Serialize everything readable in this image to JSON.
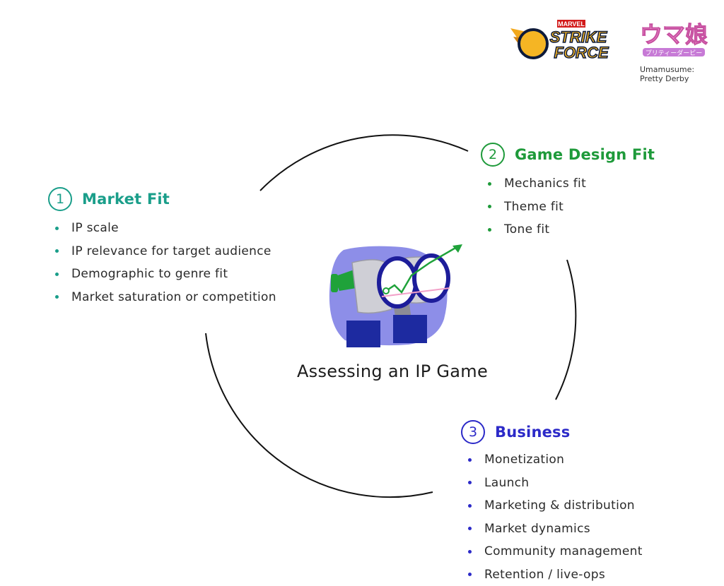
{
  "logos": {
    "marvel_strike_force": {
      "top_text": "MARVEL",
      "line1": "STRIKE",
      "line2": "FORCE"
    },
    "umamusume": {
      "logo_text": "ウマ娘",
      "sub_text": "プリティーダービー",
      "caption_line1": "Umamusume:",
      "caption_line2": "Pretty Derby"
    }
  },
  "center": {
    "title": "Assessing an IP Game",
    "icon": "binoculars-icon"
  },
  "sections": {
    "market_fit": {
      "number": "1",
      "title": "Market Fit",
      "color": "#1a9e8a",
      "items": [
        "IP scale",
        "IP relevance for target audience",
        "Demographic to genre fit",
        "Market saturation or competition"
      ]
    },
    "game_design_fit": {
      "number": "2",
      "title": "Game Design Fit",
      "color": "#1e9a3a",
      "items": [
        "Mechanics fit",
        "Theme fit",
        "Tone fit"
      ]
    },
    "business": {
      "number": "3",
      "title": "Business",
      "color": "#2c2ac8",
      "items": [
        "Monetization",
        "Launch",
        "Marketing & distribution",
        "Market dynamics",
        "Community management",
        "Retention / live-ops"
      ]
    }
  }
}
